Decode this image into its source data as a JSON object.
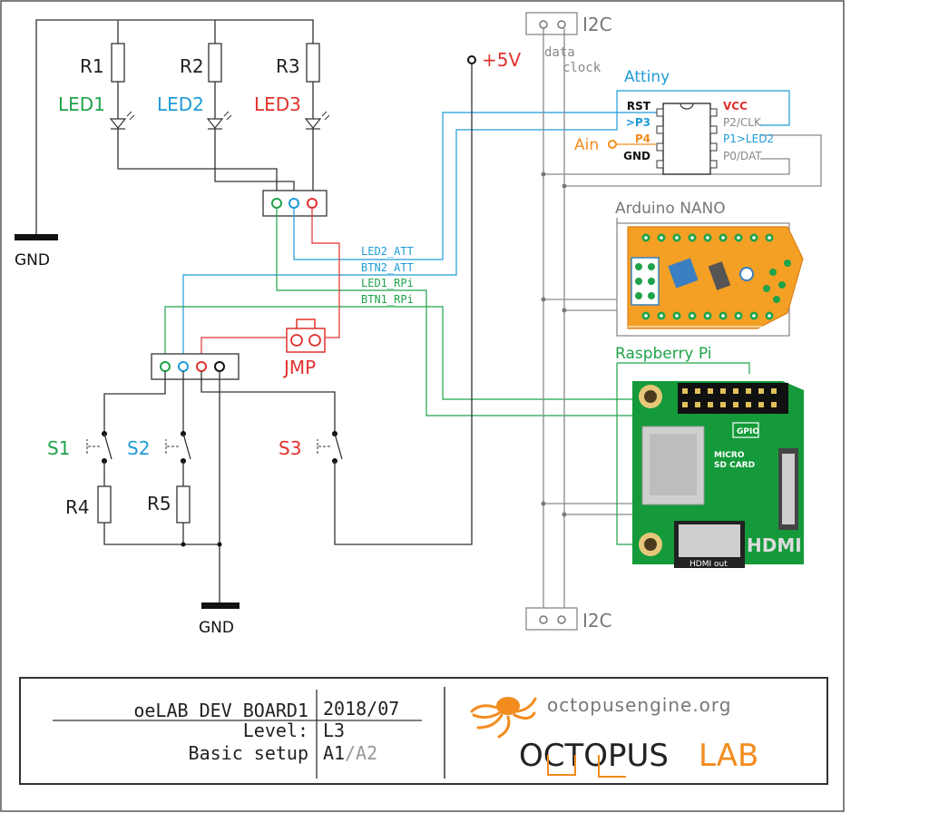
{
  "colors": {
    "green": "#1fa34a",
    "blue": "#1f9bd7",
    "red": "#e0322d",
    "orange": "#f28c1e",
    "gray": "#8a8a8a",
    "black": "#111111"
  },
  "resistors": [
    "R1",
    "R2",
    "R3",
    "R4",
    "R5"
  ],
  "leds": [
    "LED1",
    "LED2",
    "LED3"
  ],
  "switches": [
    "S1",
    "S2",
    "S3"
  ],
  "gnd_top": "GND",
  "gnd_bottom": "GND",
  "power": "+5V",
  "jumper": "JMP",
  "i2c": {
    "top": "I2C",
    "bottom": "I2C",
    "data": "data",
    "clock": "clock"
  },
  "attiny": {
    "title": "Attiny",
    "left_pins": [
      "RST",
      ">P3",
      "P4",
      "GND"
    ],
    "right_pins": [
      "VCC",
      "P2/CLK",
      "P1>LED2",
      "P0/DAT"
    ],
    "ain": "Ain"
  },
  "nets": {
    "led2_att": "LED2_ATT",
    "btn2_att": "BTN2_ATT",
    "led1_rpi": "LED1_RPi",
    "btn1_rpi": "BTN1_RPi"
  },
  "arduino": {
    "title": "Arduino NANO",
    "icon": "arduino-nano-board"
  },
  "raspberry": {
    "title": "Raspberry Pi",
    "gpio": "GPIO",
    "sd_line1": "MICRO",
    "sd_line2": "SD CARD",
    "hdmi_big": "HDMI",
    "hdmi_out": "HDMI out"
  },
  "titleblock": {
    "board": "oeLAB DEV BOARD1",
    "date": "2018/07",
    "level_label": "Level:",
    "level_value": "L3",
    "setup_label": "Basic setup",
    "a1": "A1",
    "a2": "/A2",
    "url": "octopusengine.org",
    "logo_word1": "OCTOPUS",
    "logo_word2": "LAB",
    "logo_icon": "octopus-icon"
  }
}
